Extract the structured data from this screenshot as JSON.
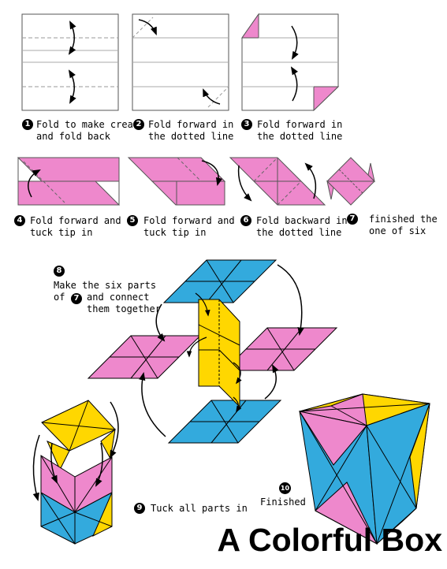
{
  "title": "A Colorful Box",
  "colors": {
    "pink": "#ee88cc",
    "yellow": "#ffd700",
    "blue": "#33aadd",
    "paper_white": "#ffffff",
    "outline": "#000000",
    "crease": "#999999"
  },
  "steps": [
    {
      "number": "1",
      "caption": "Fold to make crease\nand fold back"
    },
    {
      "number": "2",
      "caption": "Fold forward in\nthe dotted line"
    },
    {
      "number": "3",
      "caption": "Fold forward in\nthe dotted line"
    },
    {
      "number": "4",
      "caption": "Fold forward and\ntuck tip in"
    },
    {
      "number": "5",
      "caption": "Fold forward and\ntuck tip in"
    },
    {
      "number": "6",
      "caption": "Fold backward in\nthe dotted line"
    },
    {
      "number": "7",
      "caption": "finished the\none of six"
    },
    {
      "number": "8",
      "caption": "Make the six parts\nof",
      "caption_suffix": "and connect\nthem together",
      "ref_number": "7"
    },
    {
      "number": "9",
      "caption": "Tuck all parts in"
    },
    {
      "number": "10",
      "caption": "Finished"
    }
  ]
}
